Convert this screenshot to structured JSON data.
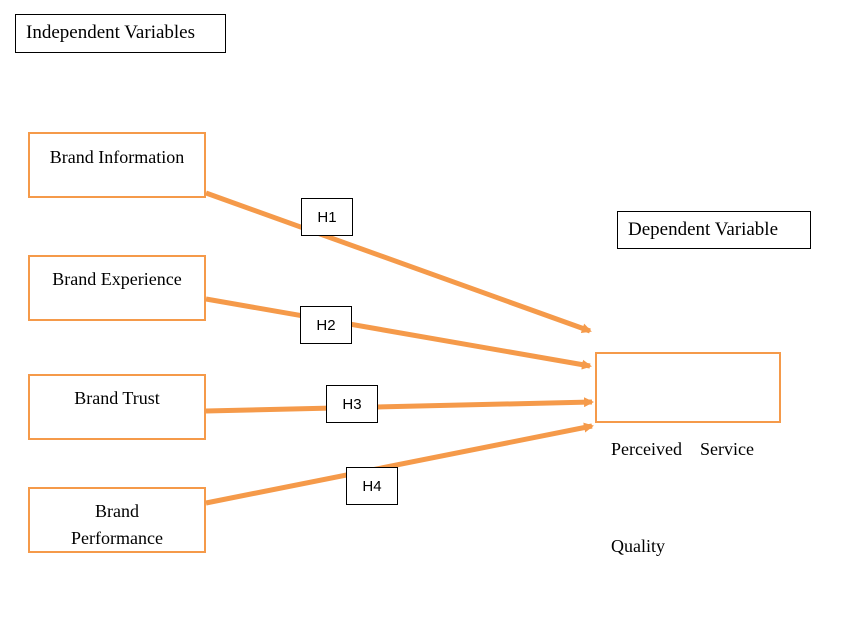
{
  "headings": {
    "independent": "Independent Variables",
    "dependent": "Dependent Variable"
  },
  "independent_vars": [
    {
      "label": "Brand Information"
    },
    {
      "label": "Brand Experience"
    },
    {
      "label": "Brand Trust"
    },
    {
      "label": "Brand",
      "label2": "Performance"
    }
  ],
  "dependent_var": {
    "line1": "Perceived    Service",
    "line2": "Quality"
  },
  "hypotheses": [
    "H1",
    "H2",
    "H3",
    "H4"
  ],
  "colors": {
    "accent": "#f59a4a",
    "border": "#000000"
  }
}
